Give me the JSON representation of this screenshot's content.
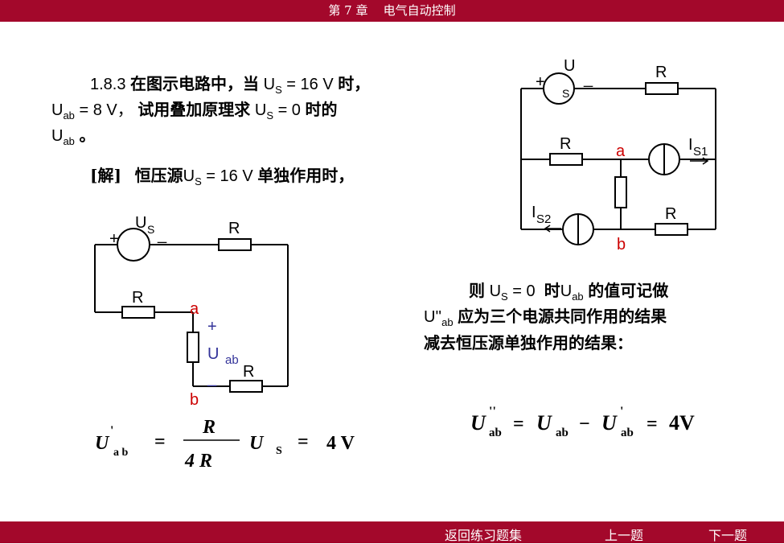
{
  "header": {
    "chapter": "第 7 章",
    "title": "电气自动控制"
  },
  "footer": {
    "back": "返回练习题集",
    "prev": "上一题",
    "next": "下一题"
  },
  "problem": {
    "number": "1.8.3",
    "text1": "在图示电路中，当",
    "us": "U",
    "us_sub": "S",
    "eq16": "= 16 V",
    "when": "时，",
    "uab": "U",
    "uab_sub": "ab",
    "eq8": "= 8 V，",
    "text2": "试用叠加原理求",
    "eq0": "= 0",
    "text3": "时的",
    "end": "。"
  },
  "solution": {
    "label": "[解]",
    "text": "恒压源",
    "eq16": "= 16 V",
    "tail": "单独作用时，"
  },
  "note": {
    "ze": "则",
    "eq0": "= 0",
    "shi": "时",
    "line1_tail": "的值可记做",
    "udd": "U''",
    "line2_tail": "应为三个电源共同作用的结果",
    "line3": "减去恒压源单独作用的结果："
  },
  "circuit1": {
    "us_label": "U",
    "us_sub": "S",
    "plus": "+",
    "minus": "_",
    "r_top": "R",
    "r_left": "R",
    "node_a": "a",
    "node_b": "b",
    "uab_plus": "+",
    "uab": "U",
    "uab_sub": "ab",
    "uab_minus": "_",
    "r_bottom": "R"
  },
  "circuit2": {
    "u_label": "U",
    "s_label": "S",
    "plus": "+",
    "minus": "_",
    "r_top": "R",
    "r_mid": "R",
    "node_a": "a",
    "node_b": "b",
    "is1": "I",
    "is1_sub": "S1",
    "is2": "I",
    "is2_sub": "S2",
    "r_bottom": "R"
  },
  "formula1": {
    "lhs": "U",
    "prime": "'",
    "sub": "a b",
    "eq": "=",
    "num": "R",
    "den": "4 R",
    "us": "U",
    "us_sub": "S",
    "eq2": "=",
    "result": "4 V"
  },
  "formula2": {
    "lhs": "U",
    "dprime": "''",
    "sub": "ab",
    "eq": "=",
    "uab": "U",
    "uab_sub": "ab",
    "minus": "−",
    "up": "U",
    "prime": "'",
    "up_sub": "ab",
    "eq2": "=",
    "result": "4V"
  },
  "colors": {
    "bar": "#a3082b",
    "node": "#cc0000",
    "uab": "#333399"
  }
}
